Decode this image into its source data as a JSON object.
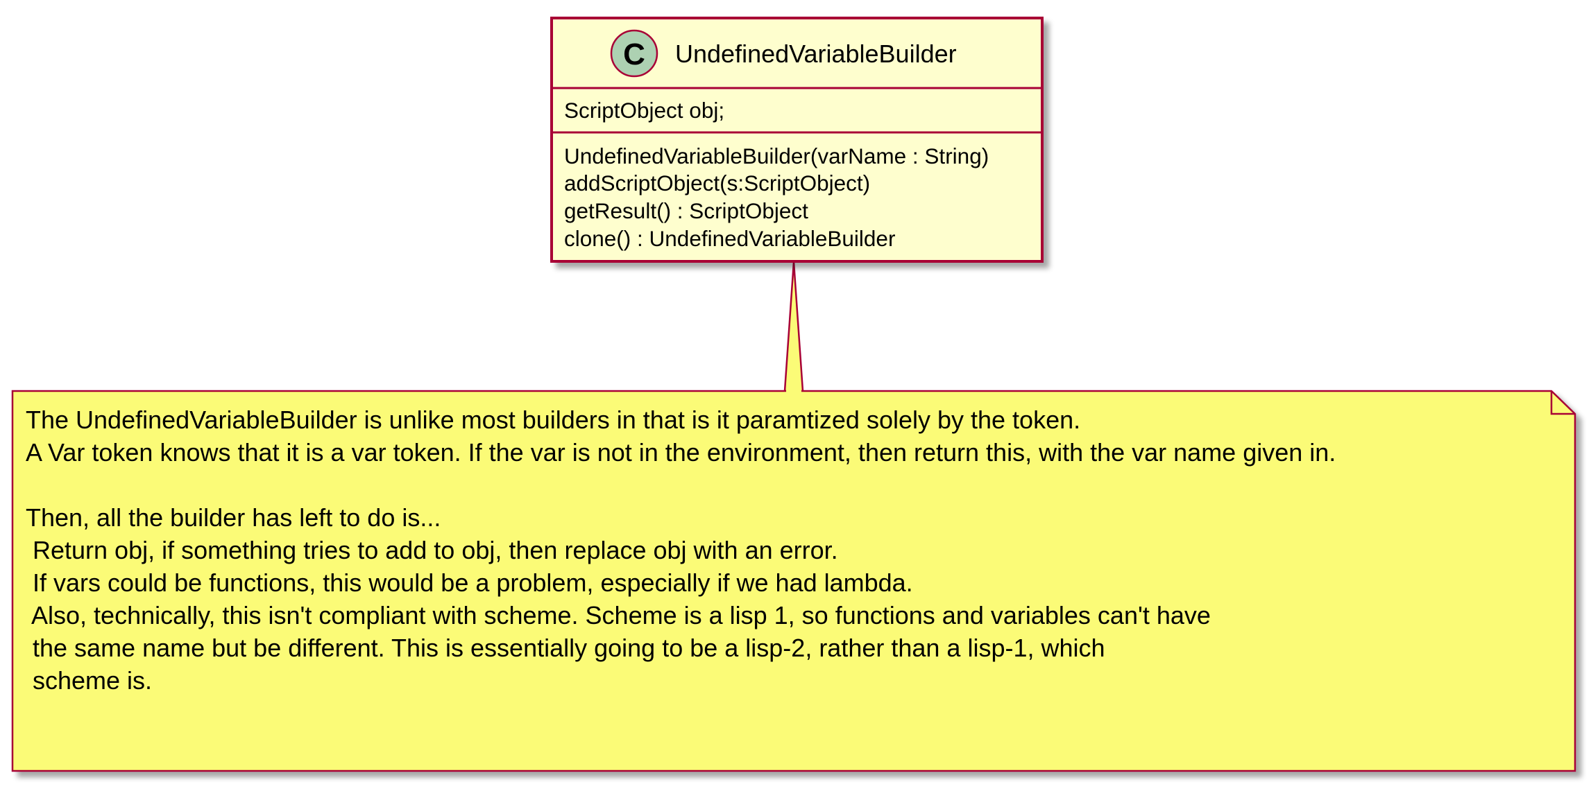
{
  "diagram": {
    "class": {
      "stereotype_letter": "C",
      "name": "UndefinedVariableBuilder",
      "fields": [
        "ScriptObject obj;"
      ],
      "methods": [
        "UndefinedVariableBuilder(varName : String)",
        "addScriptObject(s:ScriptObject)",
        "getResult() : ScriptObject",
        "clone() : UndefinedVariableBuilder"
      ]
    },
    "note": {
      "lines": [
        "The UndefinedVariableBuilder is unlike most builders in that is it paramtized solely by the token.",
        "A Var token knows that it is a var token. If the var is not in the environment, then return this, with the var name given in.",
        "",
        "Then, all the builder has left to do is...",
        " Return obj, if something tries to add to obj, then replace obj with an error.",
        " If vars could be functions, this would be a problem, especially if we had lambda.",
        " Also, technically, this isn't compliant with scheme. Scheme is a lisp 1, so functions and variables can't have",
        " the same name but be different. This is essentially going to be a lisp-2, rather than a lisp-1, which",
        " scheme is."
      ]
    },
    "colors": {
      "class_fill": "#FEFECE",
      "class_border": "#A80036",
      "stereotype_circle": "#ADD1B2",
      "note_fill": "#FBFB77",
      "note_border": "#A80036",
      "shadow": "#C8C8C8"
    }
  }
}
